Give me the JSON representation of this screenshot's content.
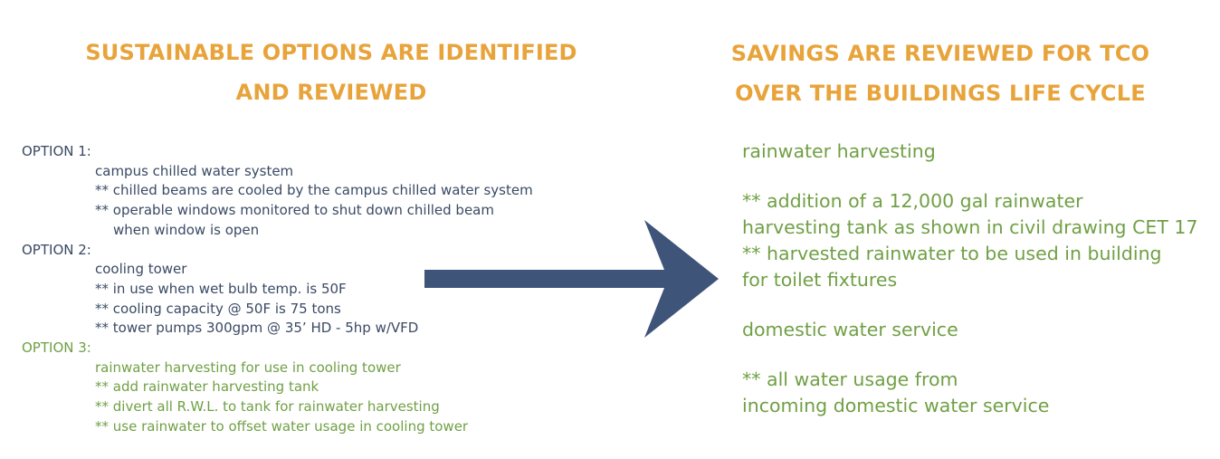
{
  "left_heading": {
    "line1": "SUSTAINABLE OPTIONS ARE IDENTIFIED",
    "line2": "AND REVIEWED"
  },
  "right_heading": {
    "line1": "SAVINGS ARE REVIEWED FOR TCO",
    "line2": "OVER THE BUILDINGS LIFE CYCLE"
  },
  "options": [
    {
      "title": "OPTION 1:",
      "lines": [
        "campus chilled water system",
        "** chilled beams are cooled by the campus chilled water system",
        "** operable windows monitored to shut down chilled beam",
        "when window is open"
      ]
    },
    {
      "title": "OPTION 2:",
      "lines": [
        "cooling tower",
        "** in use when wet bulb temp. is 50F",
        "** cooling capacity @ 50F is 75 tons",
        "** tower pumps 300gpm @ 35’ HD - 5hp w/VFD"
      ]
    },
    {
      "title": "OPTION 3:",
      "lines": [
        "rainwater harvesting for use in cooling tower",
        "** add rainwater harvesting tank",
        "** divert all R.W.L. to tank for rainwater harvesting",
        "** use rainwater to offset water usage in cooling tower"
      ]
    }
  ],
  "savings": {
    "rain_title": "rainwater harvesting",
    "rain_lines": [
      "** addition of a 12,000 gal rainwater",
      "harvesting tank as shown in civil drawing CET 17",
      "** harvested rainwater to be used in building",
      "for toilet fixtures"
    ],
    "domestic_title": "domestic water service",
    "domestic_lines": [
      "** all water usage from",
      "incoming domestic water service"
    ]
  },
  "colors": {
    "heading": "#e8a33a",
    "navy": "#3a4a64",
    "green": "#70a045",
    "arrow": "#3e5478"
  },
  "icons": {
    "arrow": "right-arrow-icon"
  }
}
